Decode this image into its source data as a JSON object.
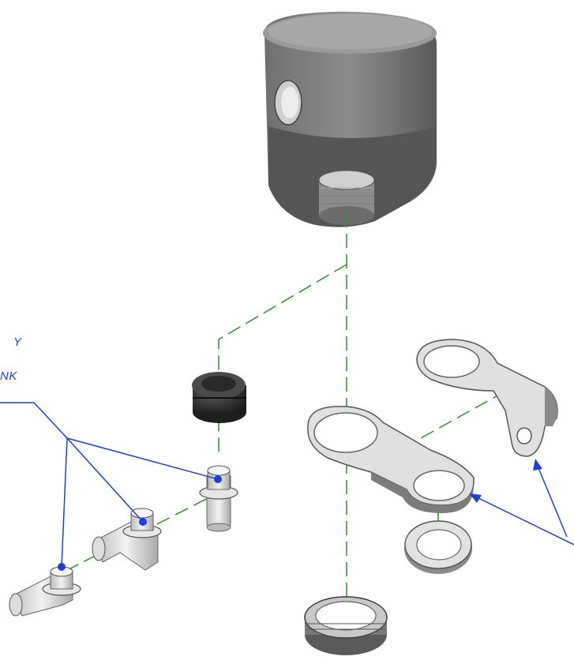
{
  "callout": {
    "line1": "Y",
    "line2": "NK"
  },
  "colors": {
    "centerline": "#2e8b2e",
    "leader": "#1f3fd8",
    "part_dark": "#5e5e5e",
    "part_mid": "#8a8a8a",
    "part_light": "#d7d7d7",
    "grommet": "#2e2e2e",
    "background": "#ffffff"
  },
  "icons": {
    "leader_dot": "filled-circle",
    "leader_arrow": "arrowhead"
  }
}
